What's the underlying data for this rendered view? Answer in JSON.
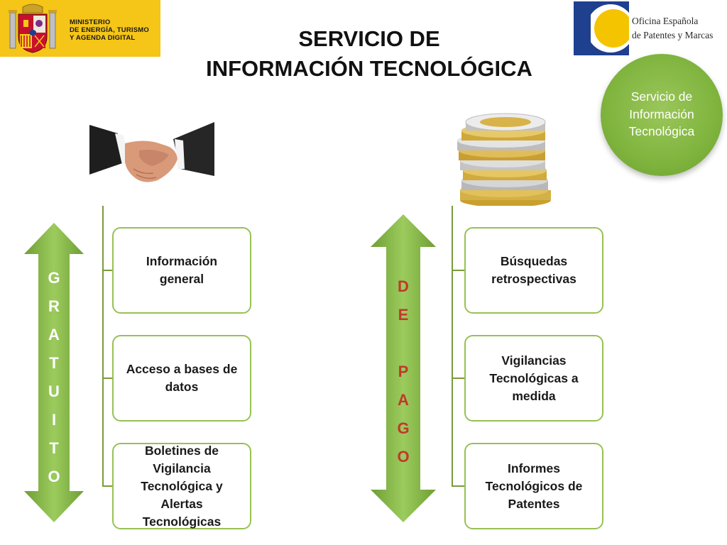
{
  "ministry": {
    "lines": [
      "MINISTERIO",
      "DE ENERGÍA, TURISMO",
      "Y AGENDA DIGITAL"
    ]
  },
  "oepm": {
    "line1": "Oficina Española",
    "line2": "de Patentes y Marcas"
  },
  "title": {
    "line1": "SERVICIO DE",
    "line2": "INFORMACIÓN TECNOLÓGICA"
  },
  "service_circle": {
    "line1": "Servicio de",
    "line2": "Información",
    "line3": "Tecnológica"
  },
  "free_column": {
    "arrow_letters": [
      "G",
      "R",
      "A",
      "T",
      "U",
      "I",
      "T",
      "O"
    ],
    "arrow_text_color": "#ffffff",
    "items": [
      {
        "lines": [
          "Información",
          "general"
        ]
      },
      {
        "lines": [
          "Acceso a bases de",
          "datos"
        ]
      },
      {
        "lines": [
          "Boletines de",
          "Vigilancia",
          "Tecnológica y",
          "Alertas",
          "Tecnológicas"
        ]
      }
    ]
  },
  "paid_column": {
    "arrow_letters": [
      "D",
      "E",
      "",
      "P",
      "A",
      "G",
      "O"
    ],
    "arrow_text_color": "#c0392b",
    "items": [
      {
        "lines": [
          "Búsquedas",
          "retrospectivas"
        ]
      },
      {
        "lines": [
          "Vigilancias",
          "Tecnológicas a",
          "medida"
        ]
      },
      {
        "lines": [
          "Informes",
          "Tecnológicos de",
          "Patentes"
        ]
      }
    ]
  },
  "colors": {
    "arrow_green": "#8dbb4c",
    "box_border": "#97c155",
    "logo_yellow": "#f5c518",
    "oepm_blue": "#1f3f8f"
  },
  "icons": {
    "handshake": "handshake-image",
    "coins": "coin-stack-image"
  }
}
